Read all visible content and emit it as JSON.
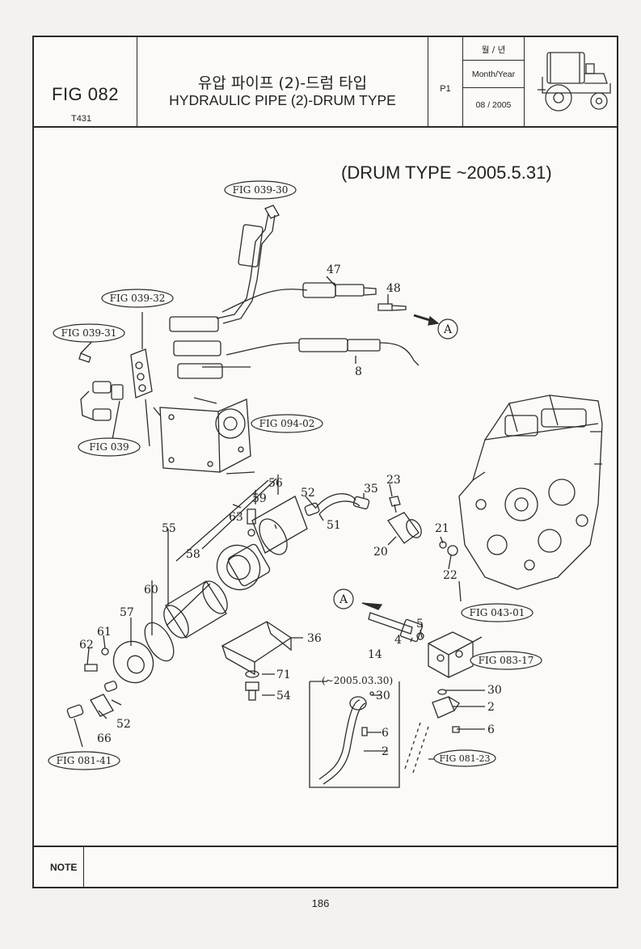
{
  "header": {
    "fig_number": "FIG 082",
    "model": "T431",
    "title_korean": "유압 파이프 (2)-드럼 타입",
    "title_english": "HYDRAULIC PIPE (2)-DRUM TYPE",
    "page_code": "P1",
    "date_label_korean": "월 / 년",
    "date_label_english": "Month/Year",
    "date_value": "08 / 2005",
    "tractor_icon": "tractor-icon"
  },
  "diagram": {
    "drum_type_note": "(DRUM TYPE ~2005.5.31)",
    "refs": {
      "fig_039_30": "FIG 039-30",
      "fig_039_32": "FIG 039-32",
      "fig_039_31": "FIG 039-31",
      "fig_039": "FIG 039",
      "fig_094_02": "FIG 094-02",
      "fig_043_01": "FIG 043-01",
      "fig_083_17": "FIG 083-17",
      "fig_081_41": "FIG 081-41",
      "fig_081_23": "FIG 081-23"
    },
    "callout_a": "A",
    "inset_label": "(~2005.03.30)",
    "parts": {
      "p47": "47",
      "p48": "48",
      "p8": "8",
      "p56": "56",
      "p59": "59",
      "p52a": "52",
      "p35": "35",
      "p23": "23",
      "p63": "63",
      "p51": "51",
      "p55": "55",
      "p21": "21",
      "p58": "58",
      "p20": "20",
      "p22": "22",
      "p60": "60",
      "p57": "57",
      "p61": "61",
      "p62": "62",
      "p5": "5",
      "p14": "14",
      "p4": "4",
      "p36": "36",
      "p71": "71",
      "p54": "54",
      "p52b": "52",
      "p66": "66",
      "p30a": "30",
      "p30b": "30",
      "p2a": "2",
      "p2b": "2",
      "p6a": "6",
      "p6b": "6"
    }
  },
  "footer": {
    "note_label": "NOTE",
    "note_text": "",
    "page_number": "186"
  }
}
